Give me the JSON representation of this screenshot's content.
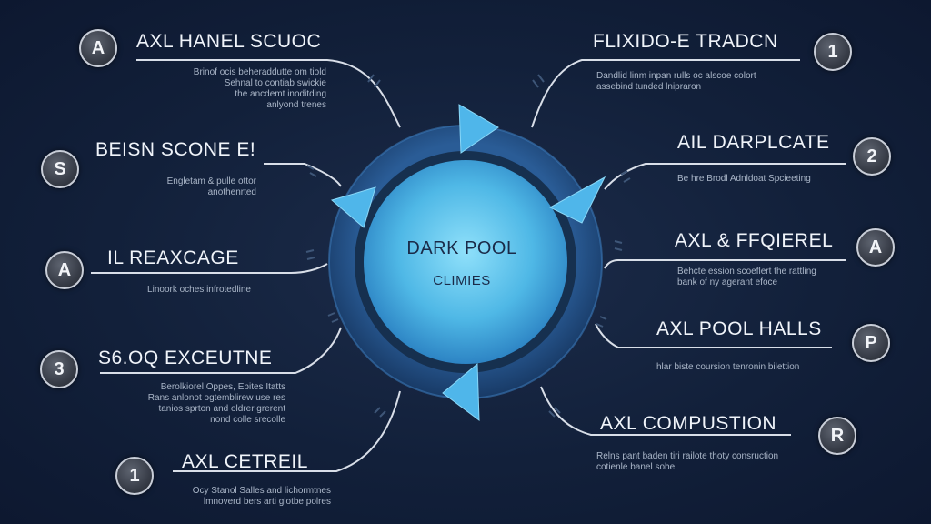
{
  "center": {
    "title": "DARK POOL",
    "subtitle": "CLIMIES"
  },
  "left_items": [
    {
      "badge": "A",
      "title": "AXL HANEL SCUOC",
      "desc": [
        "Brinof ocis beheraddutte om tiold",
        "Sehnal to contiab swickie",
        "the ancdemt inoditding",
        "anlyond trenes"
      ]
    },
    {
      "badge": "S",
      "title": "BEISN SCONE E!",
      "desc": [
        "Engletam & pulle ottor",
        "anothenrted"
      ]
    },
    {
      "badge": "A",
      "title": "IL REAXCAGE",
      "desc": [
        "Linoork oches infrotedline"
      ]
    },
    {
      "badge": "3",
      "title": "S6.OQ EXCEUTNE",
      "desc": [
        "Berolkiorel Oppes, Epites Itatts",
        "Rans anlonot ogtemblirew use res",
        "tanios sprton and oldrer grerent",
        "nond colle srecolle"
      ]
    },
    {
      "badge": "1",
      "title": "AXL CETREIL",
      "desc": [
        "Ocy Stanol Salles and lichormtnes",
        "lmnoverd bers arti glotbe polres"
      ]
    }
  ],
  "right_items": [
    {
      "badge": "1",
      "title": "FLIXIDO-E TRADCN",
      "desc": [
        "Dandlid linm inpan rulls oc alscoe colort",
        "assebind tunded lnipraron"
      ]
    },
    {
      "badge": "2",
      "title": "AIL DARPLCATE",
      "desc": [
        "Be hre Brodl Adnldoat Spcieeting"
      ]
    },
    {
      "badge": "A",
      "title": "AXL & FFQIEREL",
      "desc": [
        "Behcte ession scoeflert the rattling",
        "bank of ny agerant efoce"
      ]
    },
    {
      "badge": "P",
      "title": "AXL POOL HALLS",
      "desc": [
        "hlar biste coursion tenronin bilettion"
      ]
    },
    {
      "badge": "R",
      "title": "AXL COMPUSTION",
      "desc": [
        "Relns pant baden tiri railote thoty consruction",
        "cotienle banel sobe"
      ]
    }
  ],
  "colors": {
    "background": "#12203a",
    "ring": "#2c5a92",
    "core": "#5fc3ec",
    "arrow": "#4fb6ea",
    "connector": "#d8dee8"
  }
}
